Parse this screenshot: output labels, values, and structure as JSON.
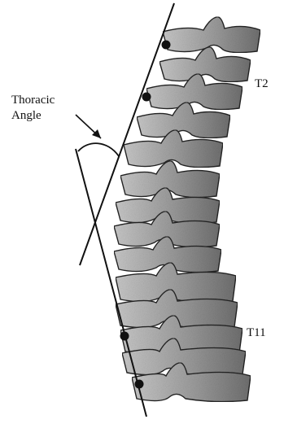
{
  "annotations": {
    "angle_label_line1": "Thoracic",
    "angle_label_line2": "Angle",
    "level_top": "T2",
    "level_bottom": "T11"
  },
  "vertebra_count": 14,
  "landmark_dot_count": 4,
  "colors": {
    "ink": "#111111",
    "bone_light": "#bdbdbd",
    "bone_dark": "#7a7a7a"
  }
}
